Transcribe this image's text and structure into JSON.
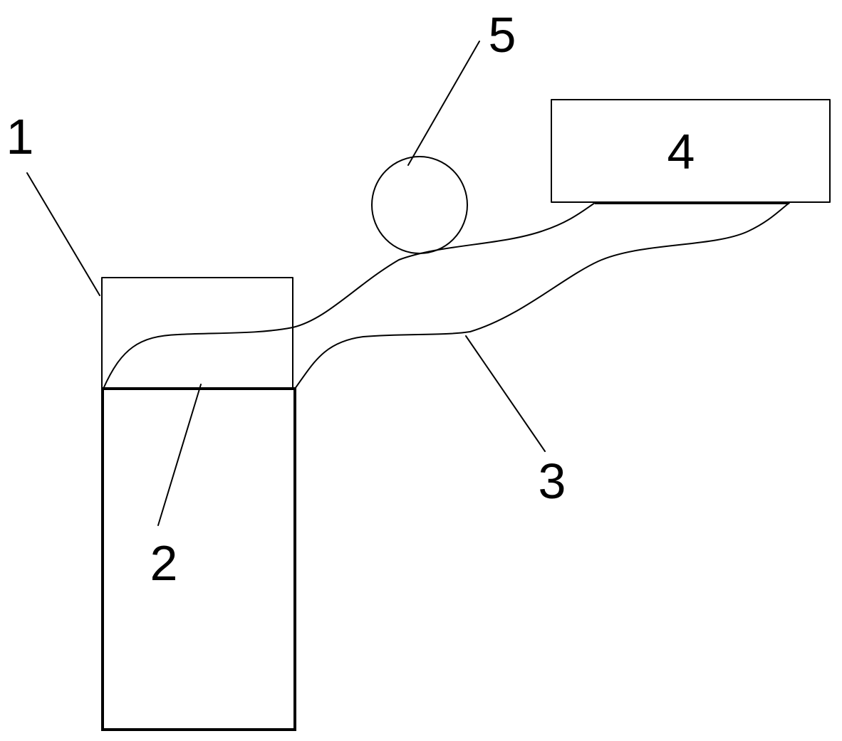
{
  "labels": {
    "part_1": "1",
    "part_2": "2",
    "part_3": "3",
    "part_4": "4",
    "part_5": "5"
  },
  "colors": {
    "line": "#000000",
    "background": "#ffffff"
  }
}
